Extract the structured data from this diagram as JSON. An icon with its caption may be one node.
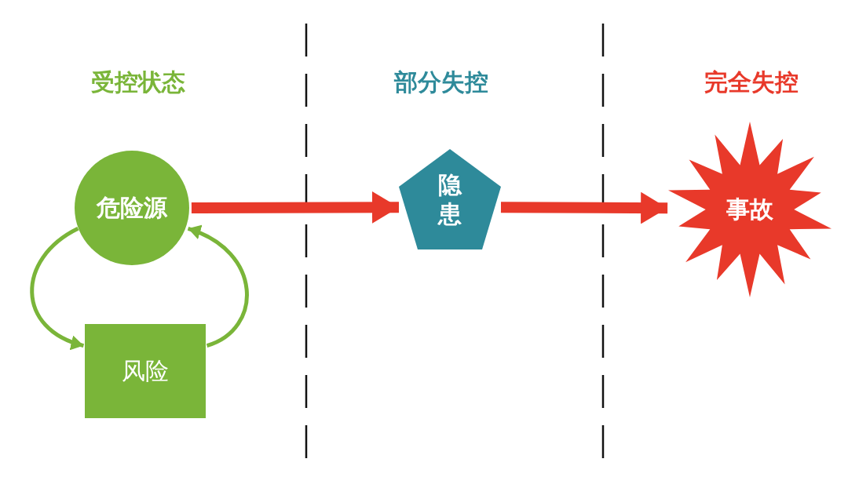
{
  "diagram": {
    "nodes": [
      {
        "text": [
          "危险源"
        ]
      },
      {
        "text": [
          "风险"
        ]
      },
      {
        "text": [
          "隐患"
        ]
      },
      {
        "text": [
          "事故"
        ]
      }
    ],
    "edges": [
      {
        "from": 0,
        "to": 1,
        "arrow": "to",
        "color": "#7ab539"
      },
      {
        "from": 1,
        "to": 0,
        "arrow": "to",
        "color": "#7ab539"
      },
      {
        "from": 0,
        "to": 2,
        "arrow": "to",
        "style": "thick",
        "color": "#e8392a"
      },
      {
        "from": 2,
        "to": 3,
        "arrow": "to",
        "style": "thick",
        "color": "#e8392a"
      }
    ],
    "labels": [
      "受控状态",
      "部分失控",
      "完全失控"
    ]
  }
}
